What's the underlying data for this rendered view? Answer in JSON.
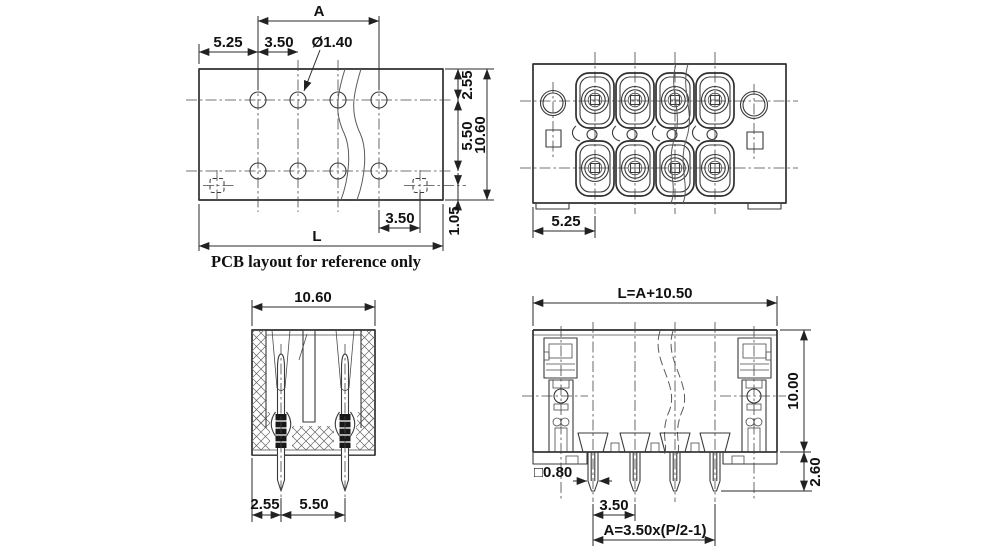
{
  "document": {
    "type": "technical-drawing",
    "subject": "pluggable terminal block / pin header",
    "colors": {
      "background": "#ffffff",
      "line": "#2f2f2f",
      "text": "#111111"
    }
  },
  "views": {
    "pcb_layout": {
      "caption": "PCB layout for reference only",
      "dims": {
        "span_a": "A",
        "edge_to_hole": "5.25",
        "hole_pitch": "3.50",
        "hole_diameter": "Ø1.40",
        "top_to_row1": "2.55",
        "row_spacing": "5.50",
        "board_height": "10.60",
        "hole_to_peg": "3.50",
        "peg_to_edge": "1.05",
        "board_length": "L"
      }
    },
    "top_view": {
      "dims": {
        "edge_to_pole": "5.25"
      }
    },
    "side_view": {
      "dims": {
        "body_depth": "10.60",
        "edge_to_pin": "2.55",
        "pin_spacing": "5.50"
      }
    },
    "front_view": {
      "dims": {
        "total_length": "L=A+10.50",
        "body_height": "10.00",
        "pin_protrusion": "2.60",
        "pin_cross_section": "□0.80",
        "pin_pitch": "3.50",
        "span_formula": "A=3.50x(P/2-1)"
      }
    }
  }
}
